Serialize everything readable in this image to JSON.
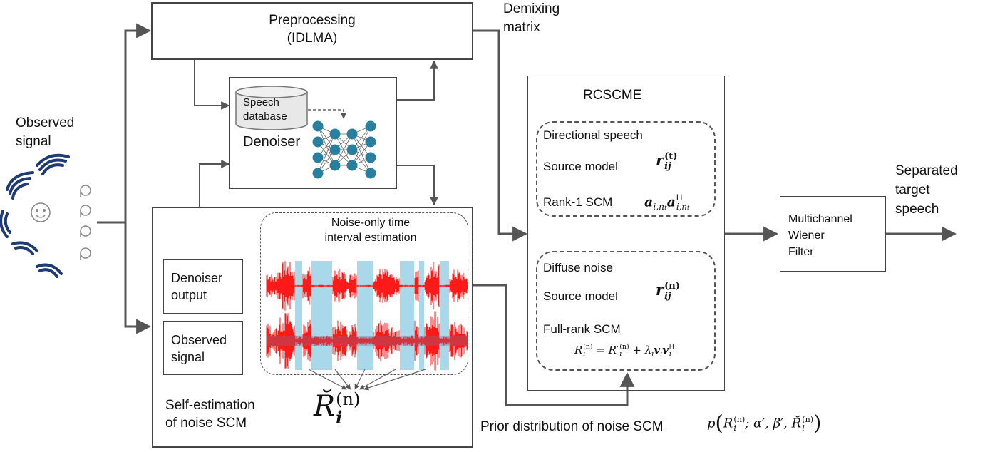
{
  "preprocessing": {
    "line1": "Preprocessing",
    "line2": "(IDLMA)"
  },
  "demixing": {
    "line1": "Demixing",
    "line2": "matrix"
  },
  "observed_signal": {
    "line1": "Observed",
    "line2": "signal"
  },
  "database": {
    "line1": "Speech",
    "line2": "database"
  },
  "denoiser": {
    "label": "Denoiser"
  },
  "self_estimation": {
    "noise_only": {
      "line1": "Noise-only time",
      "line2": "interval estimation"
    },
    "denoiser_output": {
      "line1": "Denoiser",
      "line2": "output"
    },
    "observed": {
      "line1": "Observed",
      "line2": "signal"
    },
    "caption": {
      "line1": "Self-estimation",
      "line2": "of noise SCM"
    },
    "estimate_symbol": {
      "base": "R̆",
      "superscript": "(n)",
      "subscript": "i"
    }
  },
  "rcscme": {
    "title": "RCSCME",
    "directional": {
      "title": "Directional speech",
      "source_model": "Source model",
      "source_symbol": {
        "base": "r",
        "superscript": "(t)",
        "subscript": "ij"
      },
      "rank1": "Rank-1 SCM",
      "rank1_formula": {
        "a": "a",
        "sub_a": "i,n",
        "sub_t": "t",
        "herm": "H"
      }
    },
    "diffuse": {
      "title": "Diffuse noise",
      "source_model": "Source model",
      "source_symbol": {
        "base": "r",
        "superscript": "(n)",
        "subscript": "ij"
      },
      "fullrank": "Full-rank SCM",
      "formula": {
        "lhs": "R",
        "eq": " = ",
        "rprime": "R′",
        "plus": " + λ",
        "v": "v",
        "herm": "H",
        "sub_i": "i",
        "sup_n": "(n)"
      }
    }
  },
  "wiener": {
    "line1": "Multichannel",
    "line2": "Wiener",
    "line3": "Filter"
  },
  "output": {
    "line1": "Separated",
    "line2": "target",
    "line3": "speech"
  },
  "prior": {
    "label": "Prior distribution of noise SCM",
    "formula": "p(R_i^(n); α′, β′, R̆_i^(n))",
    "f_p": "p",
    "f_R": "R",
    "f_args": "; α′, β′, ",
    "f_Rb": "R̆",
    "f_sub": "i",
    "f_sup": "(n)"
  },
  "colors": {
    "noise_band": "#a8d8ea",
    "waveform": "#ff1a1a",
    "speaker_waves": "#1f3b73",
    "network_node": "#2a7f9e",
    "network_edge": "#666666"
  },
  "icons": [
    "speaker-icon",
    "smiley-icon",
    "microphone-icon",
    "database-icon",
    "neural-network-icon"
  ]
}
